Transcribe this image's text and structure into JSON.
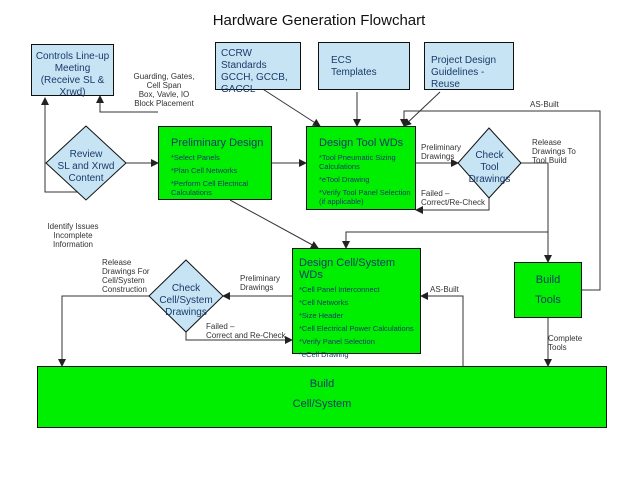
{
  "title": "Hardware Generation Flowchart",
  "nodes": {
    "controls_lineup": "Controls Line-up\nMeeting\n(Receive SL & Xrwd)",
    "ccrw_standards": "CCRW Standards\nGCCH, GCCB,\nGACCL",
    "ecs_templates": "ECS\nTemplates",
    "project_design": "Project Design\nGuidelines - Reuse",
    "review": "Review\nSL and Xrwd\nContent",
    "preliminary_design": {
      "title": "Preliminary Design",
      "items": [
        "*Select Panels",
        "*Plan Cell Networks",
        "*Perform Cell Electrical Calculations"
      ]
    },
    "design_tool_wds": {
      "title": "Design Tool WDs",
      "items": [
        "*Tool Pneumatic Sizing Calculations",
        "*eTool Drawing",
        "*Verify Tool Panel Selection (if applicable)"
      ]
    },
    "check_tool": "Check\nTool\nDrawings",
    "design_cell_wds": {
      "title": "Design Cell/System WDs",
      "items": [
        "*Cell Panel Interconnect",
        "*Cell Networks",
        "*Size Header",
        "*Cell Electrical Power Calculations",
        "*Verify Panel Selection",
        "*eCell Drawing"
      ]
    },
    "check_cell": "Check\nCell/System\nDrawings",
    "build_tools": "Build\n\nTools",
    "build_cell": "Build\n\nCell/System"
  },
  "labels": {
    "guarding": "Guarding, Gates,\nCell Span\nBox, Vavle, IO\nBlock Placement",
    "identify": "Identify Issues\nIncomplete\nInformation",
    "prelim_drawings_1": "Preliminary\nDrawings",
    "failed_1": "Failed –\nCorrect/Re-Check",
    "as_built_1": "AS-Built",
    "release_tool": "Release\nDrawings To\nTool Build",
    "release_cell": "Release\nDrawings For\nCell/System\nConstruction",
    "prelim_drawings_2": "Preliminary\nDrawings",
    "failed_2": "Failed –\nCorrect and Re-Check",
    "as_built_2": "AS-Built",
    "complete_tools": "Complete\nTools"
  },
  "colors": {
    "blue_box": "#c7e4f4",
    "green_box": "#00ee00",
    "line": "#333333"
  }
}
